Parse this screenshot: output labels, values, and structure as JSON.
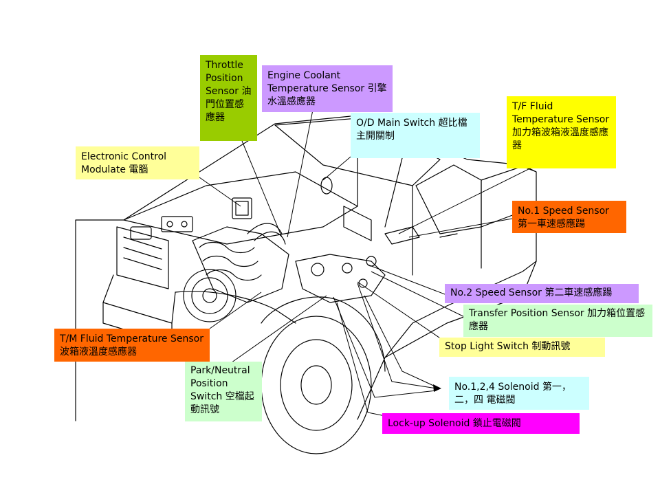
{
  "colors": {
    "green": "#99cc00",
    "lavender": "#cc99ff",
    "cyan": "#ccffff",
    "yellow": "#ffff00",
    "orange": "#ff6600",
    "light_yellow": "#ffff99",
    "mint": "#ccffcc",
    "magenta": "#ff00ff",
    "line": "#000000"
  },
  "labels": {
    "throttle": "Throttle Position Sensor 油門位置感應器",
    "coolant": "Engine Coolant Temperature Sensor 引擎水溫感應器",
    "od_switch": "O/D Main Switch  超比檔主開關制",
    "tf_fluid": "T/F Fluid Temperature Sensor 加力箱波箱液溫度感應器",
    "ecm": "Electronic Control Modulate 電腦",
    "speed1": "No.1 Speed Sensor 第一車速感應踼",
    "speed2": "No.2 Speed Sensor 第二車速感應踼",
    "transfer_pos": "Transfer Position Sensor 加力箱位置感應器",
    "stop_light": "Stop Light Switch 制動訊號",
    "tm_fluid": "T/M Fluid Temperature Sensor 波箱液溫度感應器",
    "park_neutral": "Park/Neutral Position Switch 空檔起動訊號",
    "solenoid124": "No.1,2,4 Solenoid  第一，二，四  電磁閥",
    "lockup": "Lock-up Solenoid 鎖止電磁閥"
  }
}
